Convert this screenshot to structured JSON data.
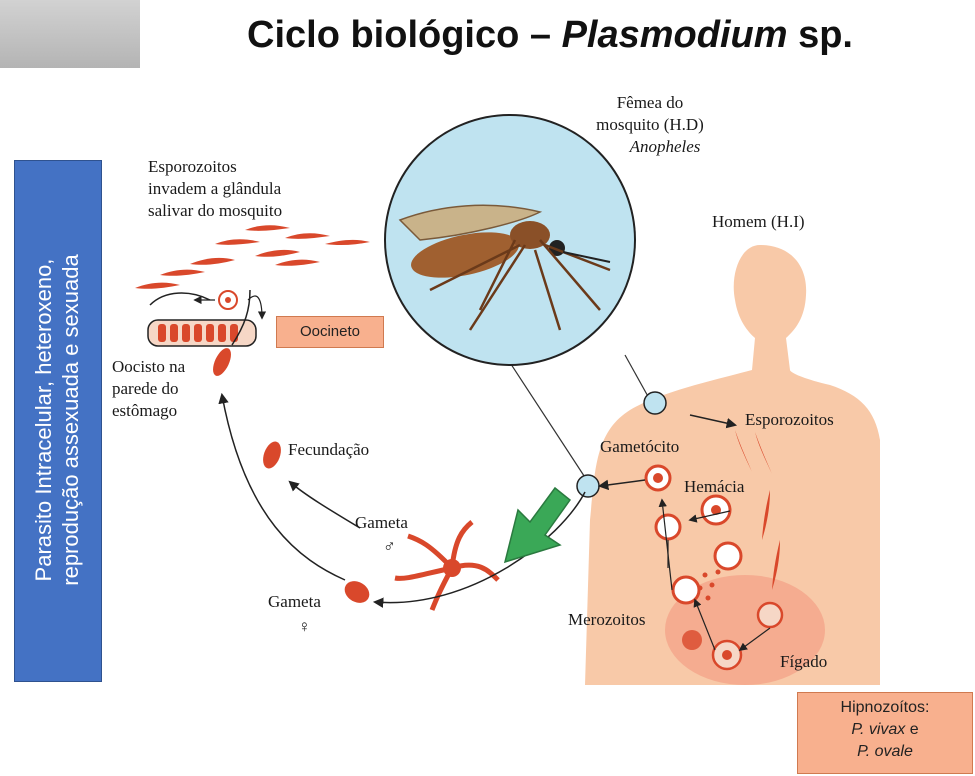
{
  "title": {
    "main": "Ciclo biológico – ",
    "italic": "Plasmodium",
    "suffix": " sp."
  },
  "side_box": {
    "line1": "Parasito Intracelular, heteroxeno,",
    "line2": "reprodução assexuada e sexuada"
  },
  "labels": {
    "mosquito_1": "Fêmea do",
    "mosquito_2": "mosquito (H.D)",
    "mosquito_3": "Anopheles",
    "homem": "Homem (H.I)",
    "espor_gland_1": "Esporozoitos",
    "espor_gland_2": "invadem a glândula",
    "espor_gland_3": "salivar do mosquito",
    "oocisto_1": "Oocisto na",
    "oocisto_2": "parede do",
    "oocisto_3": "estômago",
    "fecundacao": "Fecundação",
    "gameta_m": "Gameta",
    "gameta_m_sym": "♂",
    "gameta_f": "Gameta",
    "gameta_f_sym": "♀",
    "gametocito": "Gametócito",
    "esporozoitos": "Esporozoitos",
    "hemacia": "Hemácia",
    "merozoitos": "Merozoitos",
    "figado": "Fígado"
  },
  "oocineto": "Oocineto",
  "hipnozoitos": {
    "title": "Hipnozoítos:",
    "line2_italic": "P. vivax",
    "line2_rest": " e",
    "line3_italic": "P. ovale"
  },
  "colors": {
    "side_box": "#4472c4",
    "note_box": "#f8b08e",
    "skin": "#f8c9a8",
    "parasite": "#d9482b",
    "lens": "#bfe3f0",
    "arrow_green": "#3aa857"
  }
}
